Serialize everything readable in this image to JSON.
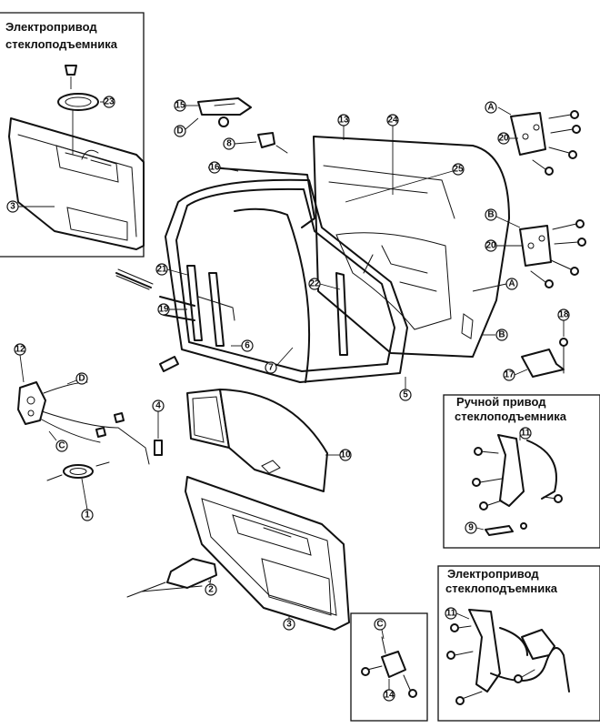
{
  "insets": {
    "top_left_title_line1": "Электропривод",
    "top_left_title_line2": "стеклоподъемника",
    "manual_title_line1": "Ручной привод",
    "manual_title_line2": "стеклоподъемника",
    "power_title_line1": "Электропривод",
    "power_title_line2": "стеклоподъемника"
  },
  "callouts": {
    "c1": "1",
    "c2": "2",
    "c3": "3",
    "c4": "4",
    "c5": "5",
    "c6": "6",
    "c7": "7",
    "c8": "8",
    "c9": "9",
    "c10": "10",
    "c11": "11",
    "c12": "12",
    "c13": "13",
    "c14": "14",
    "c15": "15",
    "c16": "16",
    "c17": "17",
    "c18": "18",
    "c19": "19",
    "c20": "20",
    "c21": "21",
    "c22": "22",
    "c23": "23",
    "c24": "24",
    "c25": "25",
    "A": "A",
    "B": "B",
    "C": "C",
    "D": "D"
  }
}
